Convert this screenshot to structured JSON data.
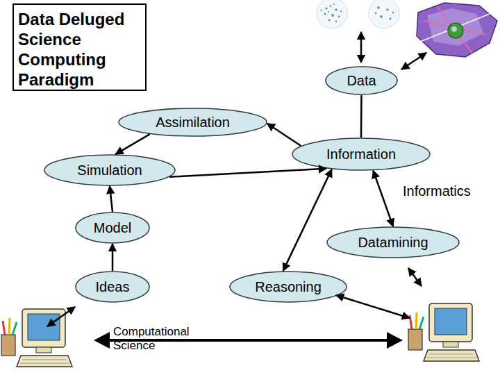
{
  "diagram": {
    "title": "Data Deluged Science Computing Paradigm",
    "nodes": [
      {
        "text": [
          "Data"
        ]
      },
      {
        "text": [
          "Assimilation"
        ]
      },
      {
        "text": [
          "Information"
        ]
      },
      {
        "text": [
          "Simulation"
        ]
      },
      {
        "text": [
          "Model"
        ]
      },
      {
        "text": [
          "Datamining"
        ]
      },
      {
        "text": [
          "Ideas"
        ]
      },
      {
        "text": [
          "Reasoning"
        ]
      }
    ],
    "edges": [
      {
        "from": 0,
        "to": 2,
        "arrow": "none"
      },
      {
        "from": 2,
        "to": 1,
        "arrow": "to"
      },
      {
        "from": 1,
        "to": 3,
        "arrow": "to"
      },
      {
        "from": 3,
        "to": 2,
        "arrow": "to"
      },
      {
        "from": 4,
        "to": 3,
        "arrow": "to"
      },
      {
        "from": 6,
        "to": 4,
        "arrow": "to"
      },
      {
        "from": 2,
        "to": 5,
        "label": "Informatics",
        "arrow": "both"
      },
      {
        "from": 7,
        "to": 2,
        "arrow": "both"
      }
    ],
    "labels": [
      "Computational Science"
    ]
  }
}
